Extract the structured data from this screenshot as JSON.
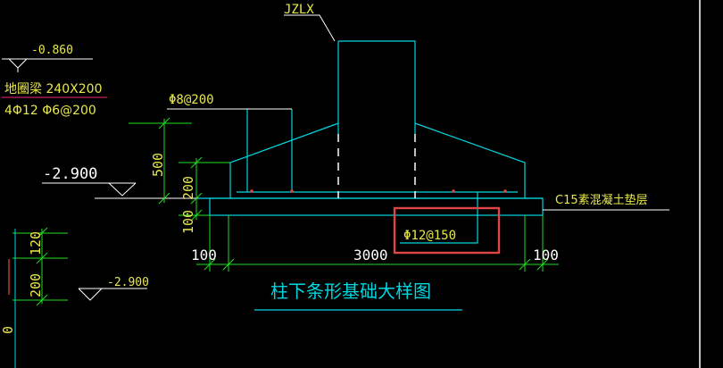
{
  "drawing": {
    "title": "柱下条形基础大样图",
    "column_tag": "JZLX",
    "colors": {
      "background": "#000000",
      "cyan": "#00D6E0",
      "white": "#FFFFFF",
      "yellow": "#E8E84A",
      "green": "#1FE01F",
      "red": "#E04545",
      "magenta": "#C81E64"
    }
  },
  "labels": {
    "elev_top": "-0.860",
    "ring_beam_size": "地圈梁 240X200",
    "ring_beam_rebar": "4Φ12  Φ6@200",
    "stirrup": "Φ8@200",
    "elev_bottom": "-2.900",
    "cushion_note": "C15素混凝土垫层",
    "bottom_rebar": "Φ12@150",
    "elev_lower_left": "-2.900"
  },
  "dimensions": {
    "h_500": "500",
    "h_200": "200",
    "h_100": "100",
    "w_left": "100",
    "w_total": "3000",
    "w_right": "100",
    "left_120": "120",
    "left_200": "200",
    "left_edge": "0"
  }
}
